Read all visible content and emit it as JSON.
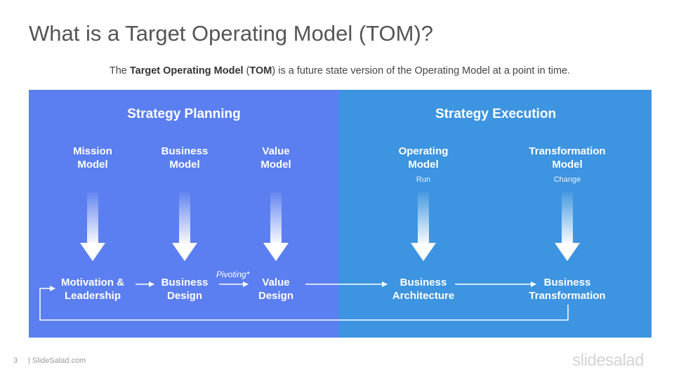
{
  "slide": {
    "title": "What is a Target Operating Model (TOM)?",
    "subtitle": {
      "part1": "The ",
      "bold1": "Target Operating Model",
      "part2": " (",
      "bold2": "TOM",
      "part3": ") is a future state version of the Operating Model at a point in time."
    }
  },
  "sections": {
    "planning": {
      "title": "Strategy  Planning",
      "color": "#5b7ff0"
    },
    "execution": {
      "title": "Strategy  Execution",
      "color": "#3d94e0"
    }
  },
  "columns": [
    {
      "title_lines": [
        "Mission",
        "Model"
      ],
      "subtitle": "",
      "bottom_lines": [
        "Motivation &",
        "Leadership"
      ]
    },
    {
      "title_lines": [
        "Business",
        "Model"
      ],
      "subtitle": "",
      "bottom_lines": [
        "Business",
        "Design"
      ]
    },
    {
      "title_lines": [
        "Value",
        "Model"
      ],
      "subtitle": "",
      "bottom_lines": [
        "Value",
        "Design"
      ]
    },
    {
      "title_lines": [
        "Operating",
        "Model"
      ],
      "subtitle": "Run",
      "bottom_lines": [
        "Business",
        "Architecture"
      ]
    },
    {
      "title_lines": [
        "Transformation",
        "Model"
      ],
      "subtitle": "Change",
      "bottom_lines": [
        "Business",
        "Transformation"
      ]
    }
  ],
  "flow": {
    "pivot_label": "Pivoting*"
  },
  "footer": {
    "page_number": "3",
    "site": "| SlideSalad.com",
    "brand": "slidesalad"
  }
}
